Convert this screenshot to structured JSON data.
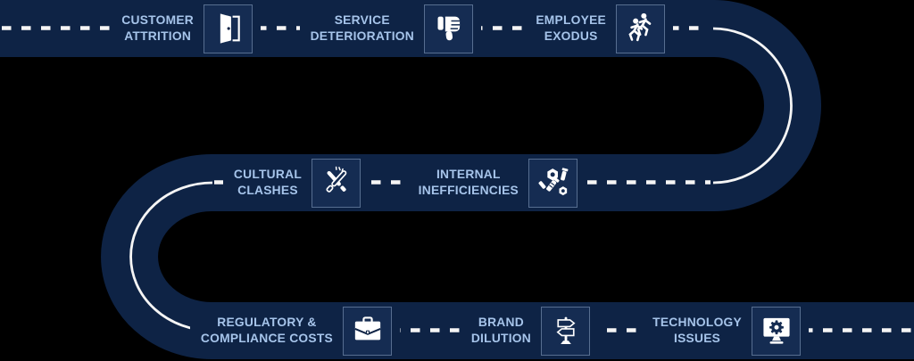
{
  "diagram": {
    "type": "roadmap-risk-journey",
    "background_color": "#000000",
    "road_color": "#0e2345",
    "centerline_color": "#f5f5f5",
    "label_color": "#a6c4ea",
    "icon_color": "#ffffff",
    "icon_box_fill": "#152c52",
    "icon_box_border": "#a8bedc"
  },
  "milestones": [
    {
      "id": "customer-attrition",
      "line1": "CUSTOMER",
      "line2": "ATTRITION",
      "icon": "door-icon",
      "row": "top"
    },
    {
      "id": "service-deterioration",
      "line1": "SERVICE",
      "line2": "DETERIORATION",
      "icon": "thumbs-down-icon",
      "row": "top"
    },
    {
      "id": "employee-exodus",
      "line1": "EMPLOYEE",
      "line2": "EXODUS",
      "icon": "running-people-icon",
      "row": "top"
    },
    {
      "id": "cultural-clashes",
      "line1": "CULTURAL",
      "line2": "CLASHES",
      "icon": "crossed-sabers-icon",
      "row": "middle"
    },
    {
      "id": "internal-inefficiencies",
      "line1": "INTERNAL",
      "line2": "INEFFICIENCIES",
      "icon": "nuts-and-bolts-icon",
      "row": "middle"
    },
    {
      "id": "regulatory-compliance-costs",
      "line1": "REGULATORY &",
      "line2": "COMPLIANCE COSTS",
      "icon": "briefcase-icon",
      "row": "bottom"
    },
    {
      "id": "brand-dilution",
      "line1": "BRAND",
      "line2": "DILUTION",
      "icon": "signpost-icon",
      "row": "bottom"
    },
    {
      "id": "technology-issues",
      "line1": "TECHNOLOGY",
      "line2": "ISSUES",
      "icon": "monitor-gear-icon",
      "row": "bottom"
    }
  ]
}
